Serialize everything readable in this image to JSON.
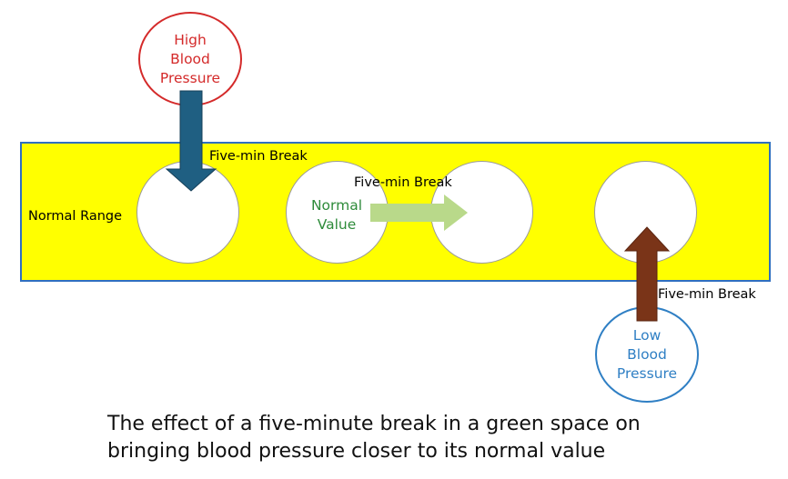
{
  "labels": {
    "normal_range": "Normal Range",
    "break_1": "Five-min Break",
    "break_2": "Five-min Break",
    "break_3": "Five-min Break",
    "normal_value": "Normal\nValue",
    "high_bp": "High\nBlood\nPressure",
    "low_bp": "Low\nBlood\nPressure"
  },
  "caption": "The effect of a five-minute break in a green space on\nbringing blood pressure closer to its normal value",
  "colors": {
    "band": "#ffff00",
    "band_border": "#2f6fc0",
    "high_ring": "#d42a2a",
    "high_text": "#d42a2a",
    "low_ring": "#2f7fc4",
    "low_text": "#2f7fc4",
    "normal_value_text": "#2e8b3a",
    "down_arrow": "#1f5f82",
    "up_arrow": "#7a3418",
    "right_arrow": "#b9d98a"
  }
}
